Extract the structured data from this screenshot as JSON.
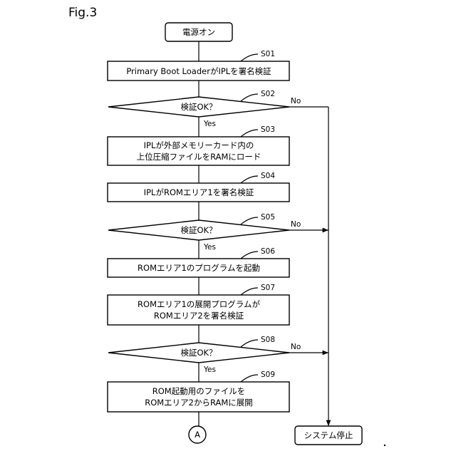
{
  "figure_label": "Fig.3",
  "start": "電源オン",
  "steps": {
    "s01": {
      "id": "S01",
      "text": [
        "Primary Boot LoaderがIPLを署名検証"
      ]
    },
    "s02": {
      "id": "S02",
      "text": [
        "検証OK？"
      ],
      "yes": "Yes",
      "no": "No"
    },
    "s03": {
      "id": "S03",
      "text": [
        "IPLが外部メモリーカード内の",
        "上位圧縮ファイルをRAMにロード"
      ]
    },
    "s04": {
      "id": "S04",
      "text": [
        "IPLがROMエリア1を署名検証"
      ]
    },
    "s05": {
      "id": "S05",
      "text": [
        "検証OK？"
      ],
      "yes": "Yes",
      "no": "No"
    },
    "s06": {
      "id": "S06",
      "text": [
        "ROMエリア1のプログラムを起動"
      ]
    },
    "s07": {
      "id": "S07",
      "text": [
        "ROMエリア1の展開プログラムが",
        "ROMエリア2を署名検証"
      ]
    },
    "s08": {
      "id": "S08",
      "text": [
        "検証OK？"
      ],
      "yes": "Yes",
      "no": "No"
    },
    "s09": {
      "id": "S09",
      "text": [
        "ROM起動用のファイルを",
        "ROMエリア2からRAMに展開"
      ]
    }
  },
  "connector": "A",
  "system_stop": "システム停止"
}
